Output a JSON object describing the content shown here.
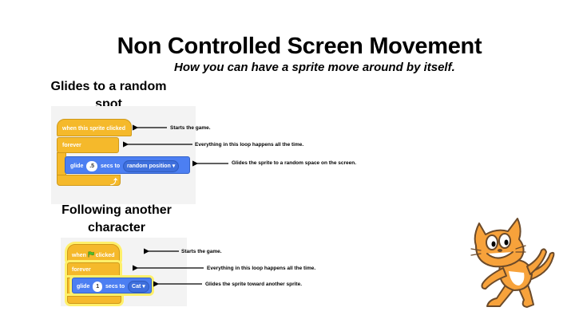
{
  "title": "Non Controlled Screen Movement",
  "subtitle": "How you can have a sprite move around by itself.",
  "section1": {
    "heading": "Glides to a random spot",
    "hat_label": "when this sprite clicked",
    "loop_label": "forever",
    "glide_label": "glide",
    "secs_value": ".5",
    "secs_to_label": "secs to",
    "target": "random position",
    "dropdown_arrow": "▾",
    "loop_arrow": "⤴",
    "annotations": [
      "Starts the game.",
      "Everything in this loop happens all the time.",
      "Glides the sprite to a random space on the screen."
    ]
  },
  "section2": {
    "heading": "Following another character",
    "hat_when": "when",
    "flag_icon": "green-flag-icon",
    "hat_clicked": "clicked",
    "loop_label": "forever",
    "glide_label": "glide",
    "secs_value": "1",
    "secs_to_label": "secs to",
    "target": "Cat",
    "dropdown_arrow": "▾",
    "annotations": [
      "Starts the game.",
      "Everything in this loop happens all the time.",
      "Glides the sprite toward another sprite."
    ]
  },
  "mascot_icon": "scratch-cat-icon",
  "colors": {
    "events": "#f5b92b",
    "motion": "#4c7ff2",
    "highlight": "#fff06a",
    "cat_orange": "#f7a23b"
  }
}
